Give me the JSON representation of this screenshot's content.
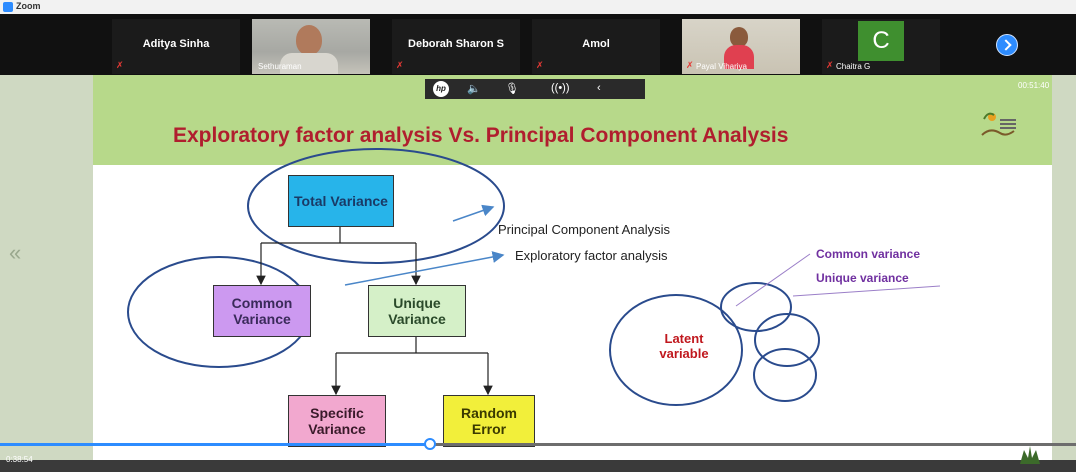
{
  "app": {
    "title": "Zoom"
  },
  "participants": [
    {
      "name": "Aditya Sinha",
      "video": false,
      "muted": true
    },
    {
      "name": "Sethuraman",
      "video": true,
      "muted": false
    },
    {
      "name": "Deborah Sharon S",
      "video": false,
      "muted": true
    },
    {
      "name": "Amol",
      "video": false,
      "muted": true
    },
    {
      "name": "Payal Vihariya",
      "video": true,
      "muted": true
    },
    {
      "name": "Chaitra G",
      "avatar_letter": "C",
      "video": false,
      "muted": true
    }
  ],
  "gallery": {
    "next_page_icon": "chevron-right-icon"
  },
  "annotation_toolbar": {
    "brand": "hp",
    "icons": [
      "speaker-icon",
      "mic-icon",
      "broadcast-icon",
      "chevron-left-icon"
    ]
  },
  "slide": {
    "title": "Exploratory factor analysis Vs. Principal Component Analysis",
    "elapsed": "00:51:40",
    "boxes": {
      "total": "Total Variance",
      "common": "Common Variance",
      "unique": "Unique Variance",
      "specific": "Specific Variance",
      "random": "Random Error"
    },
    "labels": {
      "pca": "Principal Component Analysis",
      "efa": "Exploratory factor analysis",
      "common_variance": "Common variance",
      "unique_variance": "Unique variance",
      "latent": "Latent variable"
    }
  },
  "playback": {
    "time": "0:38:54",
    "progress": 0.4
  },
  "colors": {
    "accent": "#2d8cff",
    "title_red": "#b01e2e",
    "header_green": "#b7d98a",
    "total_box": "#27b4ea",
    "common_box": "#cc99f0",
    "unique_box": "#d5f0c8",
    "specific_box": "#f2a8cf",
    "random_box": "#f2ef3a",
    "purple_label": "#7030a0"
  }
}
